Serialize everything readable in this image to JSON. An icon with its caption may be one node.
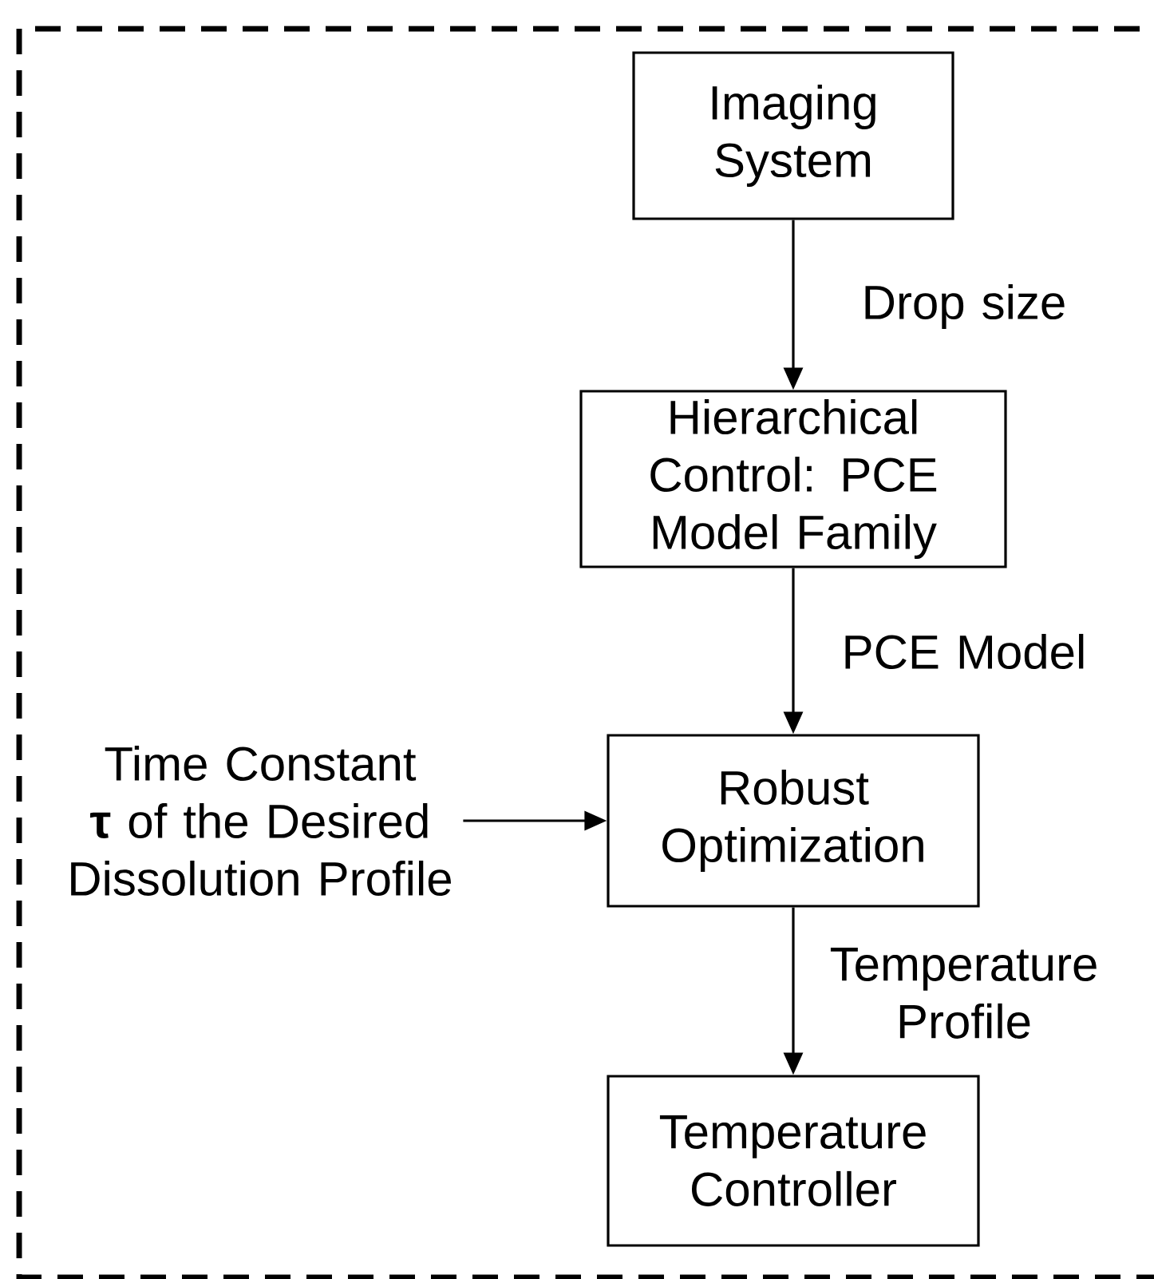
{
  "diagram": {
    "nodes": [
      {
        "text": [
          "Imaging System"
        ]
      },
      {
        "text": [
          "Hierarchical Control: PCE Model Family"
        ]
      },
      {
        "text": [
          "Robust Optimization"
        ]
      },
      {
        "text": [
          "Temperature Controller"
        ]
      },
      {
        "text": [
          "Time Constant **τ** of the Desired Dissolution Profile"
        ]
      }
    ],
    "edges": [
      {
        "from": 0,
        "to": 1,
        "arrow": "to",
        "label": "Drop size"
      },
      {
        "from": 1,
        "to": 2,
        "arrow": "to",
        "label": "PCE Model"
      },
      {
        "from": 2,
        "to": 3,
        "arrow": "to",
        "label": "Temperature Profile"
      },
      {
        "from": 4,
        "to": 2,
        "arrow": "to"
      }
    ]
  }
}
